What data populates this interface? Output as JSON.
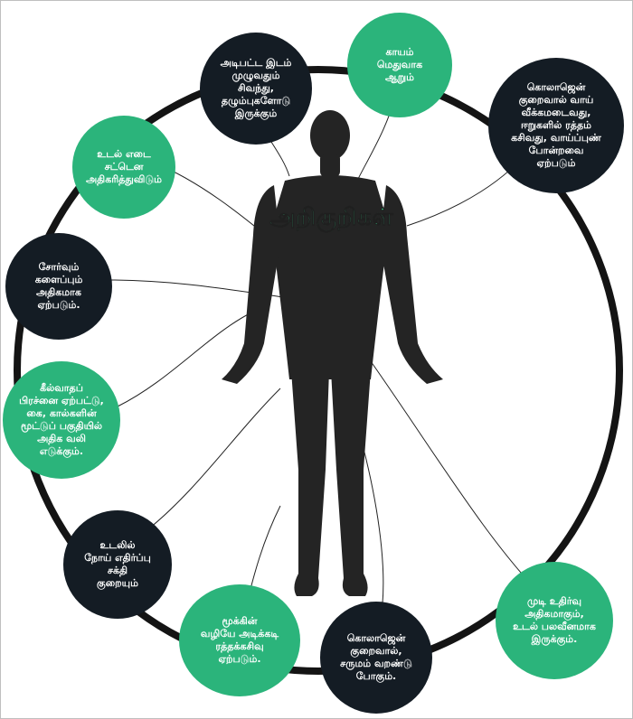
{
  "title": "அறிகுறிகள்",
  "colors": {
    "green": "#2bb47b",
    "dark": "#141c24",
    "body": "#242424",
    "ring": "#141414",
    "title": "#36c585",
    "line": "#222222",
    "text_light": "#ffffff"
  },
  "symptoms": [
    {
      "id": "bruise",
      "text": "அடிபட்ட இடம்\nமுழுவதும் சிவந்து,\nதழும்புகளோடு\nஇருக்கும்",
      "tone": "dark"
    },
    {
      "id": "wound",
      "text": "காயம்\nமெதுவாக\nஆறும்",
      "tone": "green"
    },
    {
      "id": "gum",
      "text": "கொலாஜென்\nகுறைவால் வாய்\nவீக்கமடைவது,\nஈறுகளில் ரத்தம்\nகசிவது, வாய்ப்புண்\nபோன்றவை\nஏற்படும்",
      "tone": "dark"
    },
    {
      "id": "weight",
      "text": "உடல் எடை\nசட்டென\nஅதிகரித்துவிடும்",
      "tone": "green"
    },
    {
      "id": "fatigue",
      "text": "சோர்வும்\nகளைப்பும்\nஅதிகமாக\nஏற்படும்.",
      "tone": "dark"
    },
    {
      "id": "joint",
      "text": "கீல்வாதப்\nபிரச்னை ஏற்பட்டு,\nகை, கால்களின்\nமூட்டுப் பகுதியில்\nஅதிக வலி\nஎடுக்கும்.",
      "tone": "green"
    },
    {
      "id": "immunity",
      "text": "உடலில்\nநோய் எதிர்ப்பு சக்தி\nகுறையும்",
      "tone": "dark"
    },
    {
      "id": "nosebleed",
      "text": "மூக்கின்\nவழியே அடிக்கடி\nரத்தக்கசிவு\nஏற்படும்.",
      "tone": "green"
    },
    {
      "id": "skin",
      "text": "கொலாஜென்\nகுறைவால்,\nசருமம் வறண்டு\nபோகும்.",
      "tone": "dark"
    },
    {
      "id": "hair",
      "text": "முடி உதிர்வு\nஅதிகமாகும்,\nஉடல் பலவீனமாக\nஇருக்கும்.",
      "tone": "green"
    }
  ]
}
